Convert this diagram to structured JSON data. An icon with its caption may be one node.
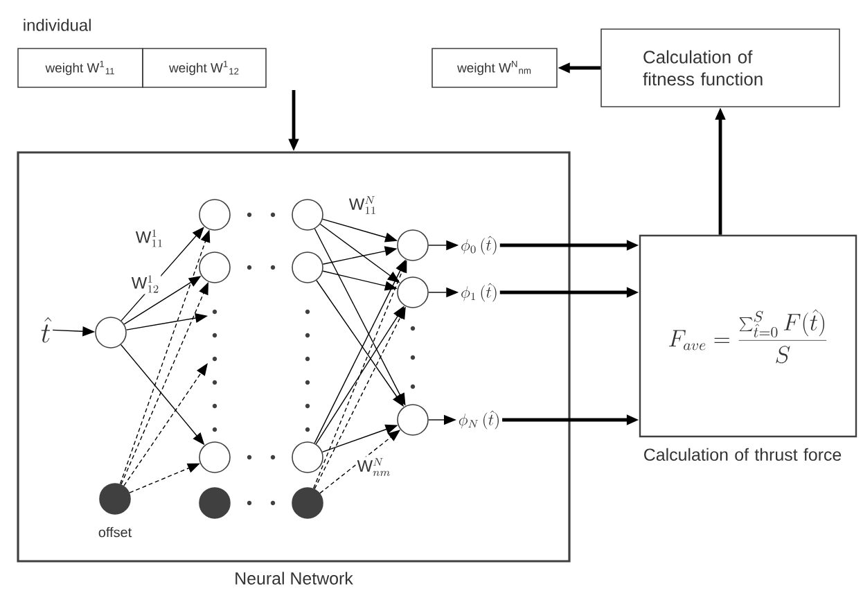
{
  "diagram": {
    "nodes": [
      {
        "text": [
          "weight W$^{1}$$_{11}$"
        ]
      },
      {
        "text": [
          "weight W$^{1}$$_{12}$"
        ]
      },
      {
        "text": [
          "weight W$^{N}$$_{nm}$"
        ]
      },
      {
        "text": [
          "Calculation of fitness function"
        ]
      },
      {
        "text": [
          "Neural Network"
        ]
      },
      {
        "text": [
          "\\hat{t}"
        ],
        "in": 4
      },
      {
        "text": [],
        "shape": "circle",
        "in": 4
      },
      {
        "text": [],
        "shape": "circle",
        "in": 4
      },
      {
        "text": [],
        "shape": "circle",
        "in": 4
      },
      {
        "text": [],
        "shape": "circle",
        "in": 4
      },
      {
        "text": [],
        "shape": "circle",
        "in": 4
      },
      {
        "text": [],
        "shape": "circle",
        "in": 4
      },
      {
        "text": [],
        "shape": "circle",
        "in": 4
      },
      {
        "text": [],
        "shape": "circle",
        "in": 4
      },
      {
        "text": [],
        "shape": "circle",
        "in": 4
      },
      {
        "text": [],
        "shape": "circle",
        "in": 4
      },
      {
        "text": [],
        "shape": "dot",
        "in": 4,
        "beside": [
          "offset"
        ]
      },
      {
        "text": [],
        "shape": "dot",
        "in": 4
      },
      {
        "text": [],
        "shape": "dot",
        "in": 4
      },
      {
        "text": [
          "\\phi_{0}\\,(\\hat{t})"
        ],
        "in": 4
      },
      {
        "text": [
          "\\phi_{1}\\,(\\hat{t})"
        ],
        "in": 4
      },
      {
        "text": [
          "\\phi_{N}\\,(\\hat{t})"
        ],
        "in": 4
      },
      {
        "text": [
          "F_{ave} = \\frac{\\sum_{\\hat{t}=0}^{S} F(\\hat{t})}{S}",
          "Calculation of thrust force"
        ]
      }
    ],
    "edges": [
      {
        "from": null,
        "to": 4,
        "arrow": "to",
        "style": "thick"
      },
      {
        "from": 3,
        "to": 2,
        "arrow": "to",
        "style": "thick"
      },
      {
        "from": 22,
        "to": 3,
        "arrow": "to",
        "style": "thick"
      },
      {
        "from": 5,
        "to": 6,
        "arrow": "to"
      },
      {
        "from": 6,
        "to": 7,
        "arrow": "to"
      },
      {
        "from": 6,
        "to": 8,
        "arrow": "to"
      },
      {
        "from": 6,
        "to": null,
        "arrow": "to"
      },
      {
        "from": 6,
        "to": 9,
        "arrow": "to"
      },
      {
        "from": 16,
        "to": 7,
        "arrow": "to",
        "style": "dashed"
      },
      {
        "from": 16,
        "to": 8,
        "arrow": "to",
        "style": "dashed"
      },
      {
        "from": 16,
        "to": 9,
        "arrow": "to",
        "style": "dashed"
      },
      {
        "from": 16,
        "to": null,
        "arrow": "to",
        "style": "dashed"
      },
      {
        "from": 10,
        "to": 13,
        "arrow": "to"
      },
      {
        "from": 10,
        "to": 14,
        "arrow": "to"
      },
      {
        "from": 10,
        "to": 15,
        "arrow": "to"
      },
      {
        "from": 11,
        "to": 13,
        "arrow": "to"
      },
      {
        "from": 11,
        "to": 14,
        "arrow": "to"
      },
      {
        "from": 11,
        "to": 15,
        "arrow": "to"
      },
      {
        "from": 12,
        "to": 13,
        "arrow": "to"
      },
      {
        "from": 12,
        "to": 14,
        "arrow": "to"
      },
      {
        "from": 12,
        "to": 15,
        "arrow": "to"
      },
      {
        "from": 18,
        "to": 13,
        "arrow": "to",
        "style": "dashed"
      },
      {
        "from": 18,
        "to": 14,
        "arrow": "to",
        "style": "dashed"
      },
      {
        "from": 18,
        "to": 15,
        "arrow": "to",
        "style": "dashed"
      },
      {
        "from": 13,
        "to": 19,
        "arrow": "to"
      },
      {
        "from": 14,
        "to": 20,
        "arrow": "to"
      },
      {
        "from": 15,
        "to": 21,
        "arrow": "to"
      },
      {
        "from": 19,
        "to": 22,
        "arrow": "to",
        "style": "thick"
      },
      {
        "from": 20,
        "to": 22,
        "arrow": "to",
        "style": "thick"
      },
      {
        "from": 21,
        "to": 22,
        "arrow": "to",
        "style": "thick"
      }
    ],
    "labels": [
      "individual",
      "\\mathrm{W}^{1}_{11}",
      "\\mathrm{W}^{1}_{12}",
      "\\mathrm{W}^{N}_{11}",
      "\\mathrm{W}^{N}_{nm}"
    ]
  }
}
